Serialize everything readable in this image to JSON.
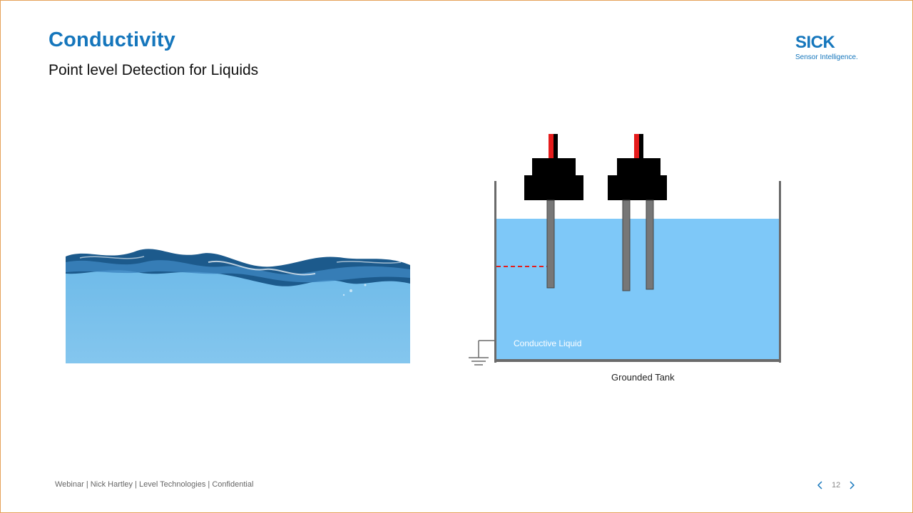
{
  "slide": {
    "title": "Conductivity",
    "subtitle": "Point level Detection for Liquids",
    "page_number": "12"
  },
  "logo": {
    "name": "SICK",
    "tagline": "Sensor Intelligence."
  },
  "diagram": {
    "liquid_label": "Conductive Liquid",
    "tank_label": "Grounded Tank"
  },
  "footer": {
    "text": "Webinar | Nick Hartley | Level Technologies | Confidential"
  },
  "colors": {
    "brand": "#1576bc",
    "liquid": "#7ec8f8",
    "tank_wall": "#6a6a6a",
    "probe_body": "#000000",
    "probe_rod": "#777777",
    "wire_red": "#e51c1c",
    "threshold_line": "#e51c1c"
  },
  "icons": {
    "prev": "chevron-left-icon",
    "next": "chevron-right-icon",
    "ground": "ground-symbol-icon"
  }
}
